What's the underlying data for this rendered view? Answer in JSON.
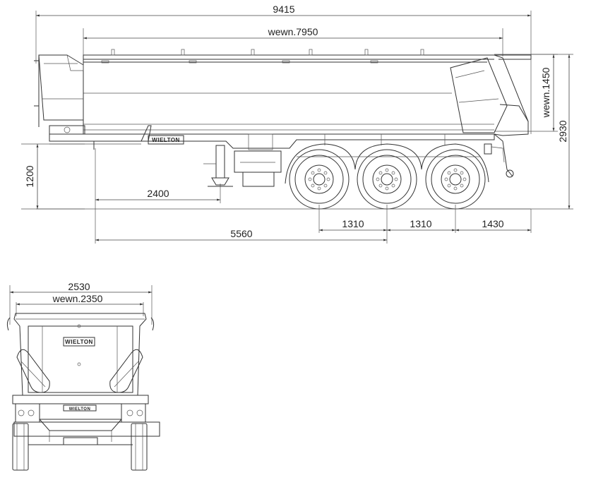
{
  "side_view": {
    "dimensions": {
      "overall_length": "9415",
      "body_inner_length": "wewn.7950",
      "body_inner_height": "wewn.1450",
      "overall_height": "2930",
      "coupling_height": "1200",
      "kingpin_to_landing_gear": "2400",
      "kingpin_to_axle": "5560",
      "axle_spacing_1": "1310",
      "axle_spacing_2": "1310",
      "rear_overhang": "1430"
    },
    "brand_plate": "WIELTON"
  },
  "rear_view": {
    "dimensions": {
      "overall_width": "2530",
      "inner_width": "wewn.2350"
    },
    "brand_plate": "WIELTON",
    "bumper_plate": "WIELTON"
  }
}
